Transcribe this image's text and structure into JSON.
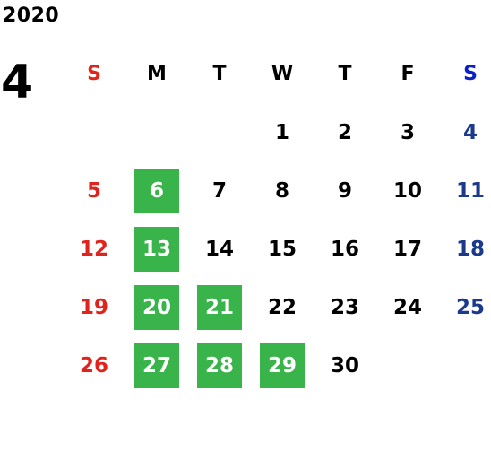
{
  "header": {
    "year": "2020",
    "month": "4"
  },
  "weekdays": [
    "S",
    "M",
    "T",
    "W",
    "T",
    "F",
    "S"
  ],
  "weeks": [
    [
      "",
      "",
      "",
      "1",
      "2",
      "3",
      "4"
    ],
    [
      "5",
      "6",
      "7",
      "8",
      "9",
      "10",
      "11"
    ],
    [
      "12",
      "13",
      "14",
      "15",
      "16",
      "17",
      "18"
    ],
    [
      "19",
      "20",
      "21",
      "22",
      "23",
      "24",
      "25"
    ],
    [
      "26",
      "27",
      "28",
      "29",
      "30",
      "",
      ""
    ]
  ],
  "highlighted_days": [
    "6",
    "13",
    "20",
    "21",
    "27",
    "28",
    "29"
  ],
  "colors": {
    "sunday": "#e0231c",
    "saturday_header": "#0a21c8",
    "saturday": "#1b3a8c",
    "highlight_bg": "#39b44a",
    "highlight_text": "#ffffff",
    "default_text": "#000000"
  }
}
